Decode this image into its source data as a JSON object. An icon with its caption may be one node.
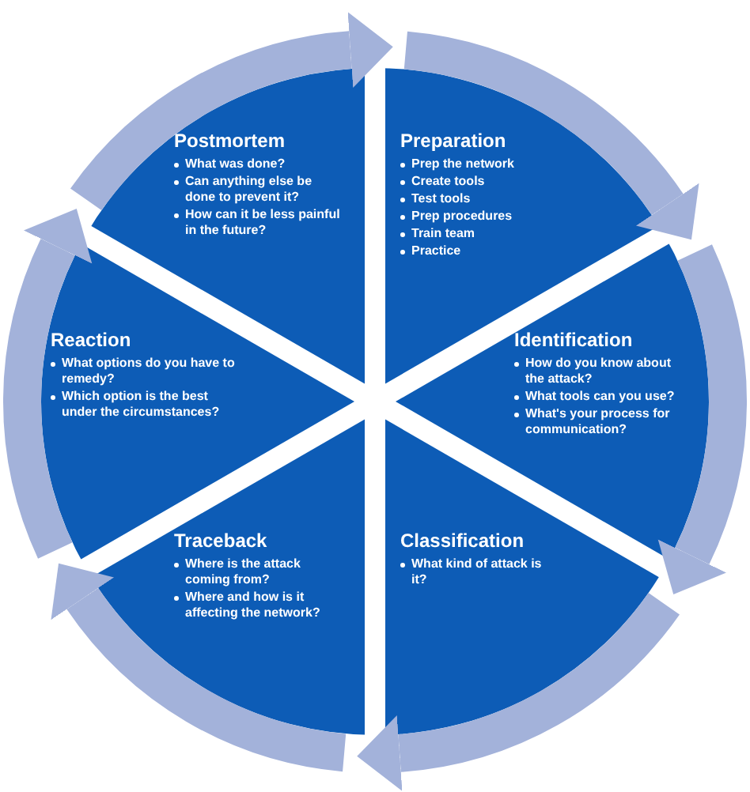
{
  "diagram": {
    "nodes": [
      {
        "text": [
          "Postmortem",
          "What was done?",
          "Can anything else be done to prevent it?",
          "How can it be less painful in the future?"
        ]
      },
      {
        "text": [
          "Preparation",
          "Prep the network",
          "Create tools",
          "Test tools",
          "Prep procedures",
          "Train team",
          "Practice"
        ]
      },
      {
        "text": [
          "Reaction",
          "What options do you have to remedy?",
          "Which option is the best under the circumstances?"
        ]
      },
      {
        "text": [
          "Identification",
          "How do you know about the attack?",
          "What tools can you use?",
          "What's your process for communication?"
        ]
      },
      {
        "text": [
          "Traceback",
          "Where is the attack coming from?",
          "Where and how is it affecting the network?"
        ]
      },
      {
        "text": [
          "Classification",
          "What kind of attack is it?"
        ]
      }
    ],
    "edges": [
      {
        "from": 1,
        "to": 3,
        "arrow": "to"
      },
      {
        "from": 3,
        "to": 5,
        "arrow": "to"
      },
      {
        "from": 5,
        "to": 4,
        "arrow": "to"
      },
      {
        "from": 4,
        "to": 2,
        "arrow": "to"
      },
      {
        "from": 2,
        "to": 0,
        "arrow": "to"
      },
      {
        "from": 0,
        "to": 1,
        "arrow": "to"
      }
    ]
  }
}
